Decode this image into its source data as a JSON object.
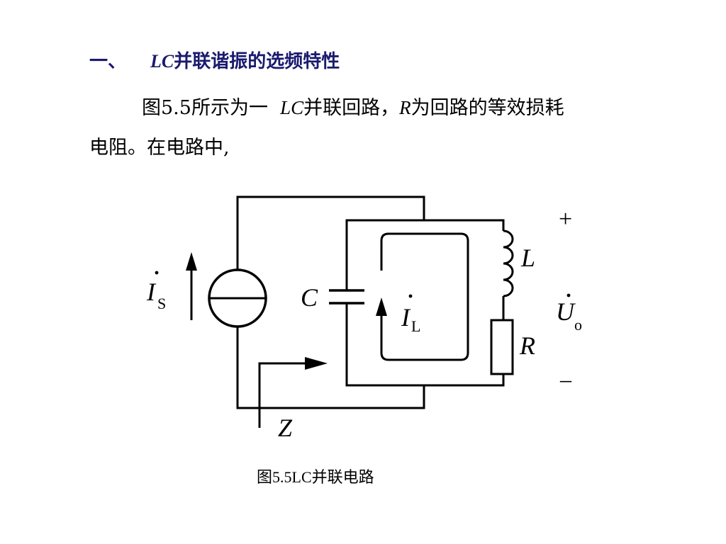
{
  "heading": {
    "number": "一、",
    "lc": "LC",
    "title": "并联谐振的选频特性"
  },
  "paragraph": {
    "part1": "图5.5所示为一",
    "lc": "LC",
    "part2": "并联回路，",
    "r": "R",
    "part3": "为回路的等效损耗",
    "part4": "电阻。在电路中,"
  },
  "diagram": {
    "is_main": "I",
    "is_sub": "S",
    "c_label": "C",
    "il_main": "I",
    "il_sub": "L",
    "l_label": "L",
    "r_label": "R",
    "uo_main": "U",
    "uo_sub": "o",
    "plus": "+",
    "minus": "–",
    "z_label": "Z"
  },
  "caption": "图5.5LC并联电路"
}
